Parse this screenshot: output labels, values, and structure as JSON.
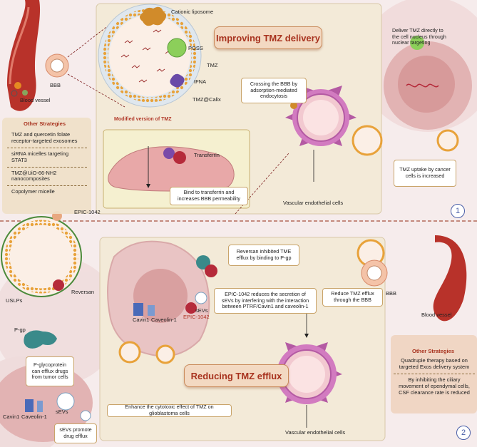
{
  "panel1": {
    "title": "Improving TMZ delivery",
    "liposome_labels": {
      "cationic": "Cationic liposome",
      "poss": "POSS",
      "tmz": "TMZ",
      "tfna": "tFNA",
      "calix": "TMZ@Calix"
    },
    "bbb": "BBB",
    "blood_vessel": "Blood vessel",
    "other_strategies_title": "Other Strategies",
    "other_strategies": [
      "TMZ and quercetin folate receptor-targeted exosomes",
      "siRNA micelles targeting STAT3",
      "TMZ@UiO-66-NH2 nanocomposites",
      "Copolymer micelle"
    ],
    "modified_title": "Modified version of TMZ",
    "transferrin": "Transferrin",
    "bind_transferrin": "Bind to transferrin and increases BBB permeability",
    "crossing_bbb": "Crossing the BBB by adsorption-mediated endocytosis",
    "vascular": "Vascular endothelial cells",
    "nuclear_targeting": "Deliver TMZ directly to the cell nucleus through nuclear targeting",
    "uptake": "TMZ uptake by cancer cells is increased",
    "number": "1"
  },
  "panel2": {
    "title": "Reducing TMZ efflux",
    "epic": "EPIC-1042",
    "uslps": "USLPs",
    "reversan": "Reversan",
    "pgp": "P-gp",
    "pgp_efflux": "P-glycoprotein can efflux drugs from tumor cells",
    "cavin1": "Cavin1",
    "caveolin": "Caveolin-1",
    "sevs": "sEVs",
    "sevs_promote": "sEVs promote drug efflux",
    "cavin1_b": "Cavin1",
    "caveolin_b": "Caveolin-1",
    "sevs_b": "sEVs",
    "epic_b": "EPIC-1042",
    "reversan_box": "Reversan inhibited TME efflux by binding to P-gp",
    "epic_box": "EPIC-1042 reduces the secretion of sEVs by interfering with the interaction between PTRF/Cavin1 and caveolin-1",
    "enhance": "Enhance the cytotoxic effect of TMZ on glioblastoma cells",
    "reduce_bbb": "Reduce TMZ efflux through the BBB",
    "bbb": "BBB",
    "blood_vessel": "Blood vessel",
    "vascular": "Vascular endothelial cells",
    "other_strategies_title": "Other Strategies",
    "other_strategies": [
      "Quadruple therapy based on targeted Exos delivery system",
      "By inhibiting the ciliary movement of ependymal cells, CSF clearance rate is reduced"
    ],
    "number": "2"
  },
  "colors": {
    "title_red": "#a8331f",
    "panel_bg": "#f3ead8",
    "vessel_red": "#b8322a",
    "endothelial_purple": "#b45aa3",
    "liposome_orange": "#e8a23a",
    "number_blue": "#4a5fa8"
  }
}
